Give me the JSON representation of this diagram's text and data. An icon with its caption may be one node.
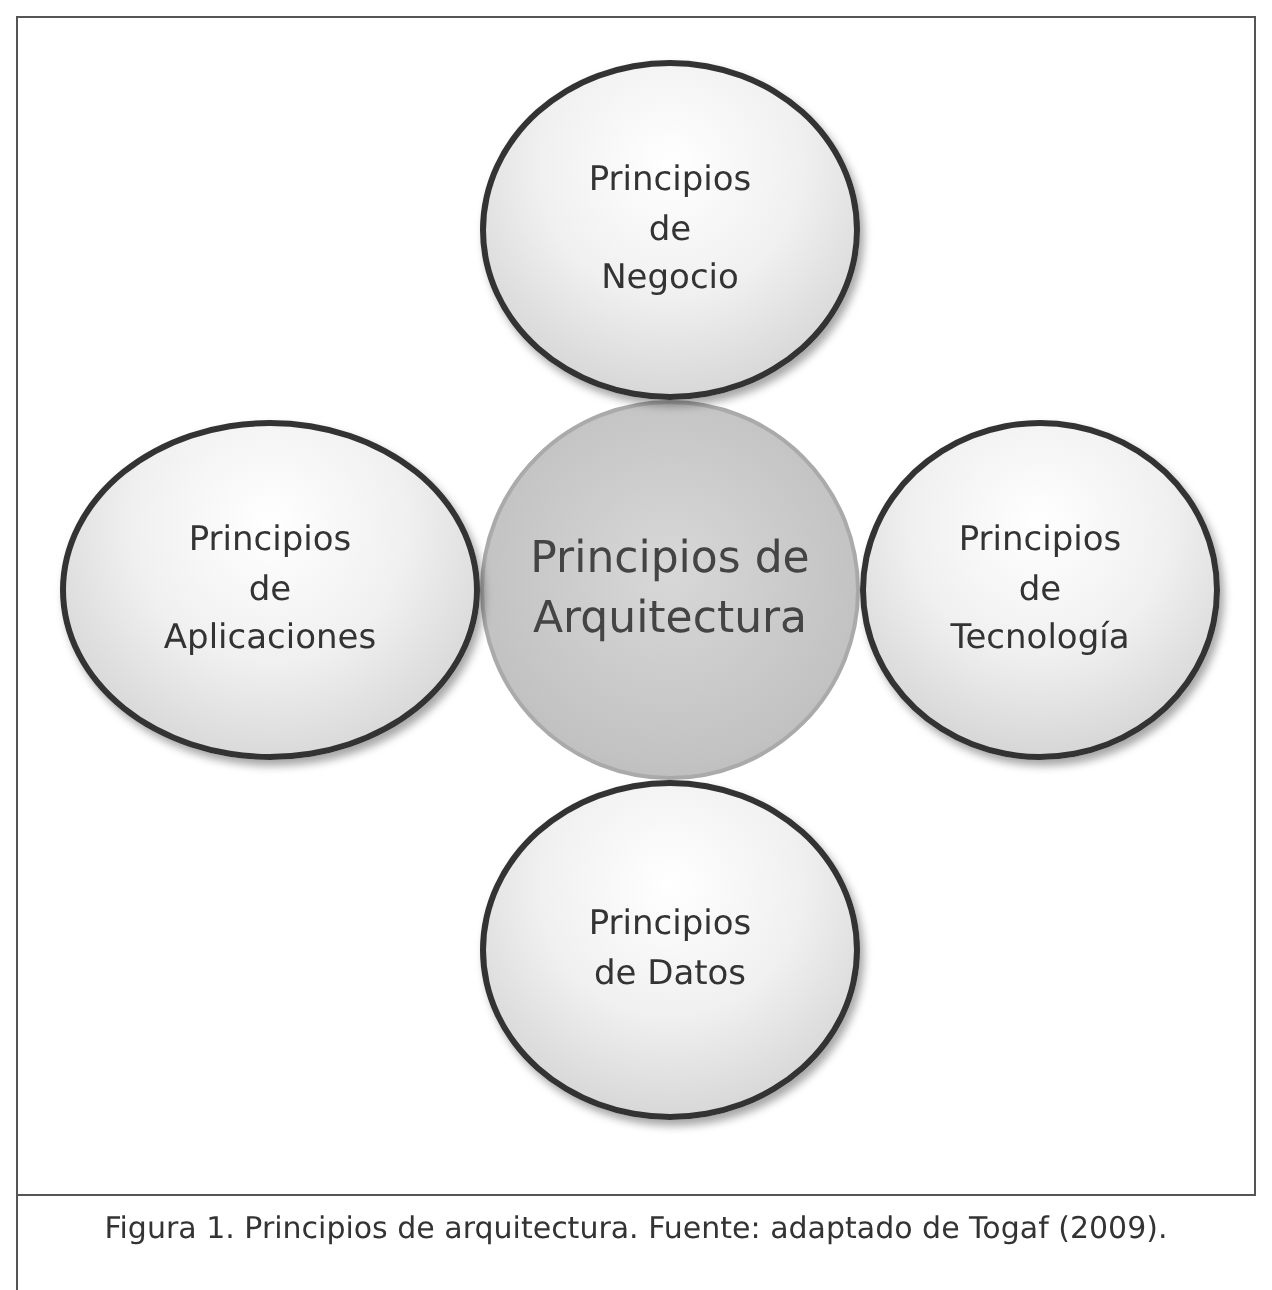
{
  "diagram": {
    "caption": "Figura 1. Principios de arquitectura. Fuente: adaptado de Togaf (2009).",
    "nodes": [
      {
        "text": [
          "Principios de Negocio"
        ]
      },
      {
        "text": [
          "Principios de Aplicaciones"
        ]
      },
      {
        "text": [
          "Principios de Arquitectura"
        ]
      },
      {
        "text": [
          "Principios de Tecnología"
        ]
      },
      {
        "text": [
          "Principios de Datos"
        ]
      }
    ]
  }
}
